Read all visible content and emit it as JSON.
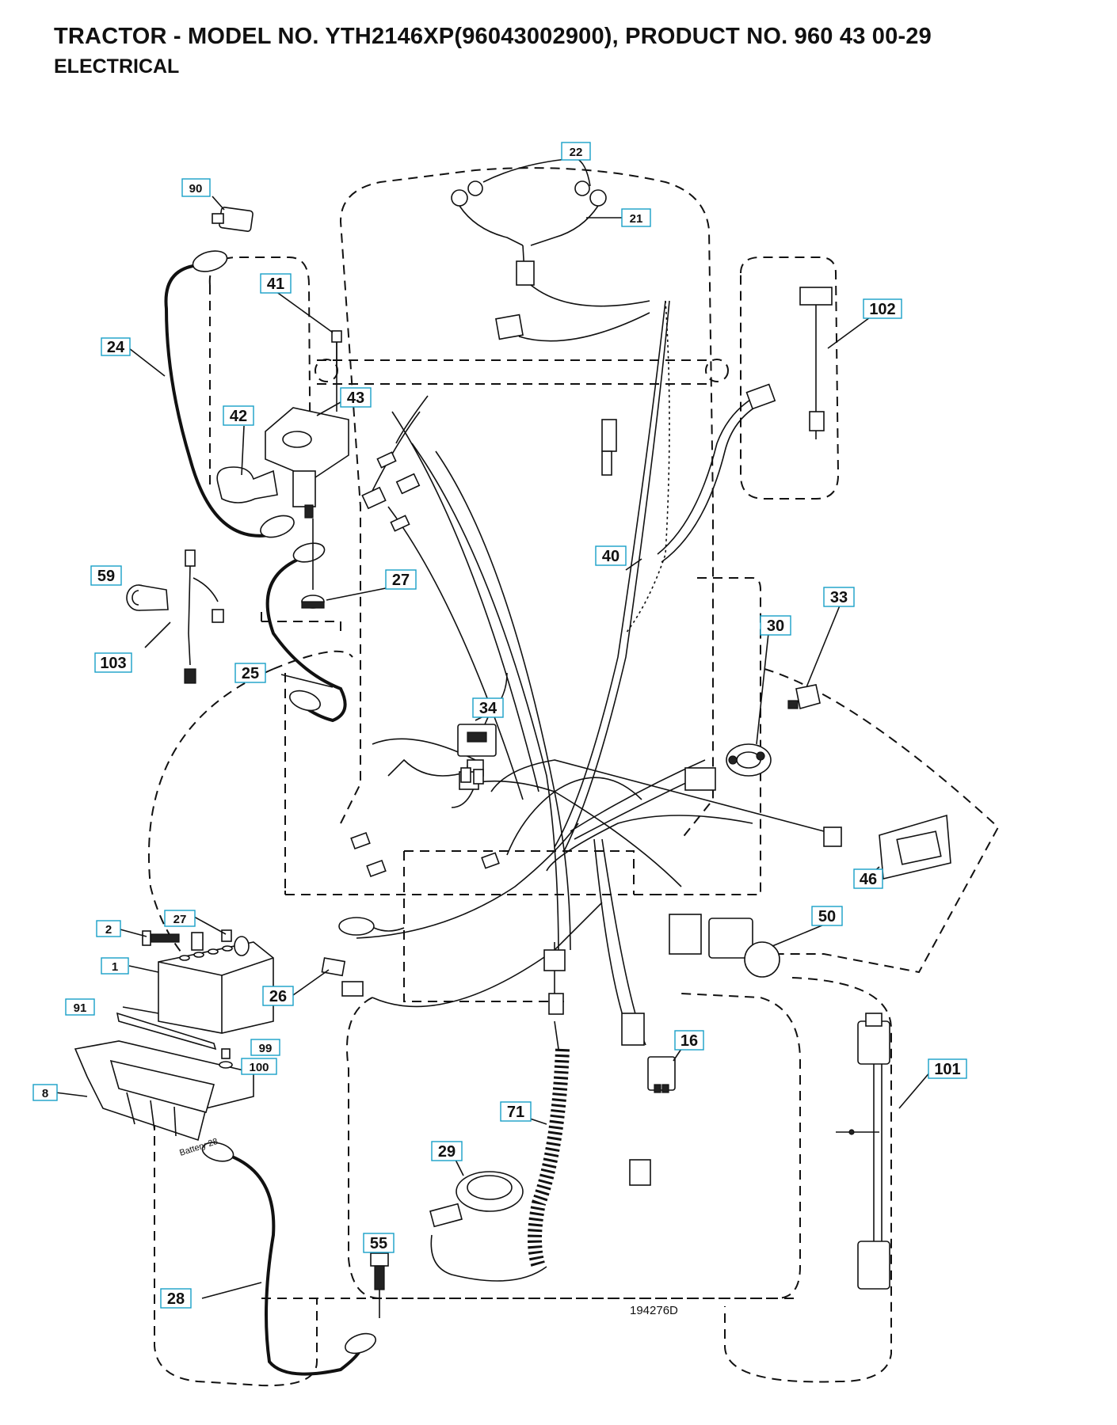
{
  "header": {
    "title": "TRACTOR - MODEL NO. YTH2146XP(96043002900), PRODUCT NO. 960 43 00-29",
    "subtitle": "ELECTRICAL"
  },
  "drawing_number": "194276D",
  "battery_text": "Battery 28",
  "part_labels": {
    "p1": "1",
    "p2": "2",
    "p8": "8",
    "p16": "16",
    "p21": "21",
    "p22": "22",
    "p24": "24",
    "p25": "25",
    "p26": "26",
    "p27a": "27",
    "p27b": "27",
    "p28": "28",
    "p29": "29",
    "p30": "30",
    "p33": "33",
    "p34": "34",
    "p40": "40",
    "p41": "41",
    "p42": "42",
    "p43": "43",
    "p46": "46",
    "p50": "50",
    "p55": "55",
    "p59": "59",
    "p71": "71",
    "p90": "90",
    "p91": "91",
    "p99": "99",
    "p100": "100",
    "p101": "101",
    "p102": "102",
    "p103": "103"
  },
  "colors": {
    "label_border": "#18a0c8",
    "line": "#111111"
  }
}
